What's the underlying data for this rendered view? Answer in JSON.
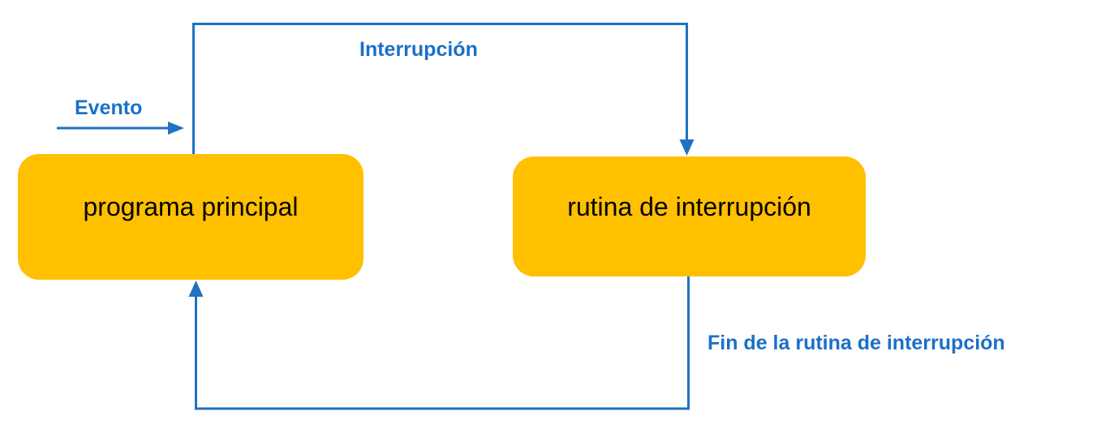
{
  "diagram": {
    "title_implied": "",
    "colors": {
      "node_fill": "#FFC000",
      "node_text": "#000000",
      "connector": "#1E72C2",
      "label_text": "#1B70C8",
      "background": "#ffffff"
    },
    "nodes": [
      {
        "id": "programa-principal",
        "label": "programa principal"
      },
      {
        "id": "rutina-interrupcion",
        "label": "rutina de interrupción"
      }
    ],
    "labels": {
      "evento": "Evento",
      "interrupcion": "Interrupción",
      "fin": "Fin de la rutina de interrupción"
    },
    "connectors": [
      {
        "name": "evento-arrow",
        "from": "external-event",
        "to": "programa-principal",
        "label": "Evento"
      },
      {
        "name": "interrupcion-connector",
        "from": "programa-principal",
        "to": "rutina-interrupcion",
        "label": "Interrupción"
      },
      {
        "name": "fin-connector",
        "from": "rutina-interrupcion",
        "to": "programa-principal",
        "label": "Fin de la rutina de interrupción"
      }
    ]
  }
}
